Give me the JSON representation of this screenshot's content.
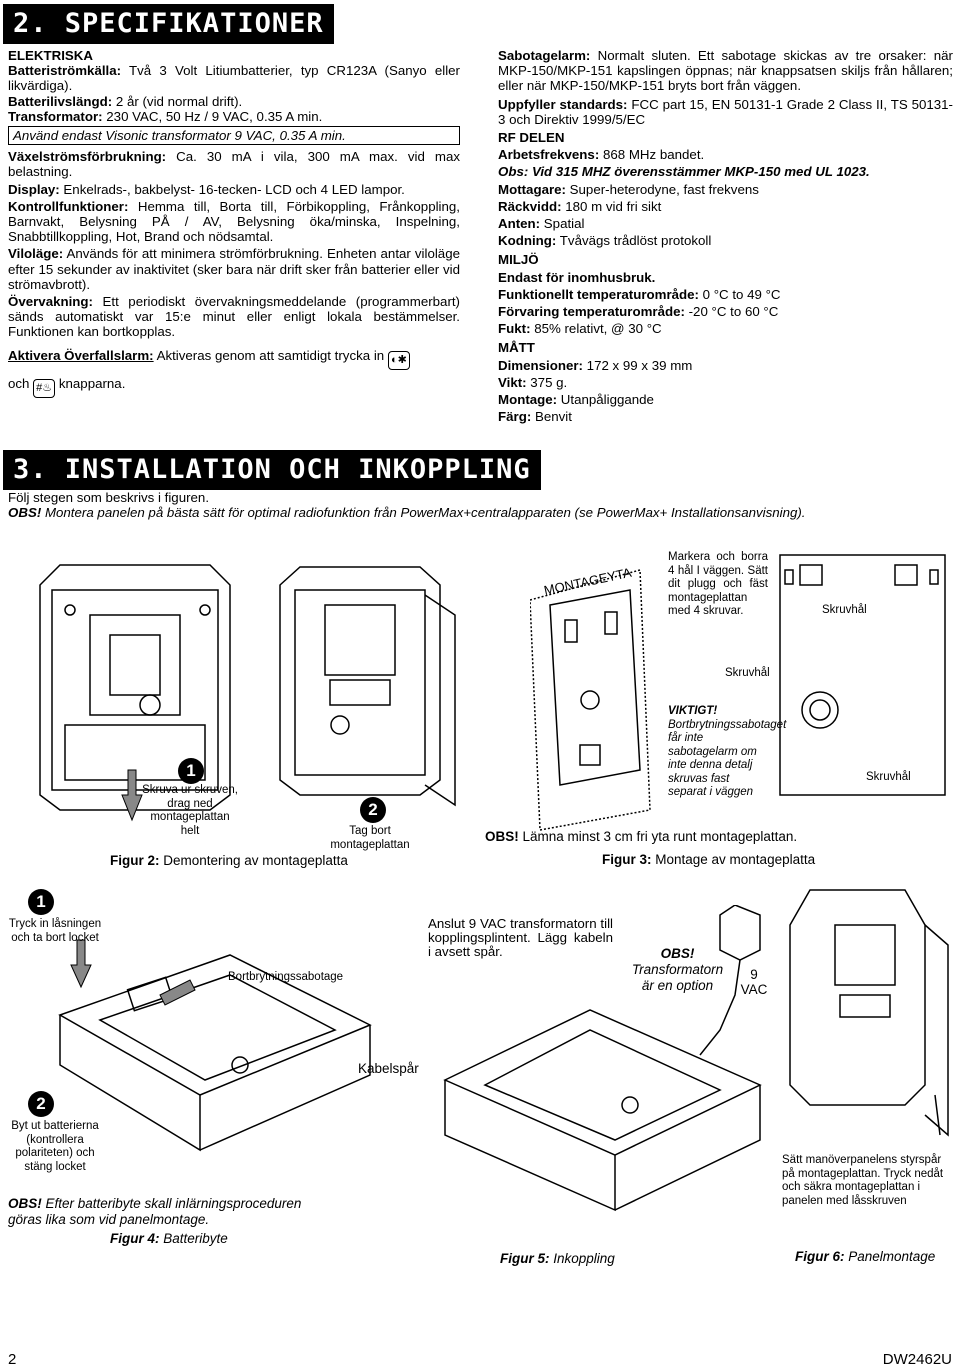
{
  "section2": {
    "title": "2. SPECIFIKATIONER",
    "elektriska": "ELEKTRISKA",
    "batt_label": "Batteriströmkälla:",
    "batt_value": " Två 3 Volt Litiumbatterier, typ CR123A (Sanyo eller likvärdiga).",
    "battlife_label": "Batterilivslängd:",
    "battlife_value": " 2 år (vid normal drift).",
    "trans_label": "Transformator:",
    "trans_value": " 230 VAC, 50 Hz / 9 VAC, 0.35 A min.",
    "trans_note": "Använd endast Visonic transformator 9 VAC, 0.35 A min.",
    "vax_label": "Växelströmsförbrukning:",
    "vax_value": " Ca. 30 mA i vila, 300 mA max. vid max belastning.",
    "disp_label": "Display:",
    "disp_value": " Enkelrads-, bakbelyst- 16-tecken- LCD och 4 LED lampor.",
    "kontroll_label": "Kontrollfunktioner:",
    "kontroll_value": " Hemma till, Borta till, Förbikoppling, Frånkoppling, Barnvakt, Belysning PÅ / AV, Belysning öka/minska, Inspelning, Snabbtillkoppling, Hot, Brand och nödsamtal.",
    "vilo_label": "Viloläge:",
    "vilo_value": " Används för att minimera strömförbrukning. Enheten antar viloläge efter 15 sekunder av inaktivitet (sker bara när drift sker från batterier eller vid strömavbrott).",
    "overv_label": "Övervakning:",
    "overv_value": " Ett periodiskt övervakningsmeddelande (programmerbart) sänds automatiskt var 15:e minut eller enligt lokala bestämmelser. Funktionen kan bortkopplas.",
    "aktivera_label": "Aktivera Överfallslarm:",
    "aktivera_value": " Aktiveras genom att samtidigt trycka in",
    "och": "och",
    "knapparna": "knapparna."
  },
  "right_col": {
    "sabotage_label": "Sabotagelarm:",
    "sabotage_value": " Normalt sluten. Ett sabotage skickas av tre orsaker: när MKP-150/MKP-151 kapslingen öppnas; när knappsatsen skiljs från hållaren; eller när MKP-150/MKP-151 bryts bort från väggen.",
    "standards_label": "Uppfyller standards:",
    "standards_value": " FCC part 15, EN 50131-1 Grade 2 Class II, TS 50131-3 och Direktiv 1999/5/EC",
    "rf_delen": "RF DELEN",
    "freq_label": "Arbetsfrekvens:",
    "freq_value": " 868 MHz bandet.",
    "obs_mhz": "Obs: Vid 315 MHZ överensstämmer MKP-150 med UL 1023.",
    "mottagare_label": "Mottagare:",
    "mottagare_value": " Super-heterodyne, fast frekvens",
    "rackvidd_label": "Räckvidd:",
    "rackvidd_value": " 180 m vid fri sikt",
    "antenn_label": "Anten:",
    "antenn_value": " Spatial",
    "kodning_label": "Kodning:",
    "kodning_value": " Tvåvägs trådlöst protokoll",
    "miljo": "MILJÖ",
    "inomhus": "Endast för inomhusbruk.",
    "temp_label": "Funktionellt temperaturområde:",
    "temp_value": " 0 °C to 49 °C",
    "forvaring_label": "Förvaring temperaturområde:",
    "forvaring_value": " -20 °C to 60 °C",
    "fukt_label": "Fukt:",
    "fukt_value": " 85% relativt, @ 30 °C",
    "matt": "MÅTT",
    "dim_label": "Dimensioner:",
    "dim_value": " 172 x 99 x 39 mm",
    "vikt_label": "Vikt:",
    "vikt_value": " 375 g.",
    "montage_label": "Montage:",
    "montage_value": " Utanpåliggande",
    "farg_label": "Färg:",
    "farg_value": " Benvit"
  },
  "section3": {
    "title": "3. INSTALLATION OCH INKOPPLING",
    "intro": "Följ stegen som beskrivs i figuren.",
    "obs_label": "OBS!",
    "obs_text": " Montera panelen på bästa sätt för optimal radiofunktion från PowerMax+centralapparaten (se PowerMax+ Installationsanvisning)."
  },
  "fig2": {
    "step1_num": "1",
    "step1_text": "Skruva ur skruven, drag ned montageplattan helt",
    "step2_num": "2",
    "step2_text": "Tag bort montageplattan",
    "caption_label": "Figur 2:",
    "caption_text": " Demontering av montageplatta"
  },
  "fig3": {
    "montagetya": "MONTAGEYTA",
    "markera": "Markera och borra 4 hål I väggen. Sätt dit plugg och fäst montageplattan med 4 skruvar.",
    "skruvhal1": "Skruvhål",
    "skruvhal2": "Skruvhål",
    "skruvhal3": "Skruvhål",
    "viktigt": "VIKTIGT!",
    "viktigt_text": "Bortbrytningssabotaget får inte sabotagelarm om inte denna detalj skruvas fast separat i väggen",
    "obs_label": "OBS!",
    "obs_text": " Lämna minst 3 cm fri yta runt montageplattan.",
    "caption_label": "Figur 3:",
    "caption_text": " Montage av montageplatta"
  },
  "fig4": {
    "step1_num": "1",
    "step1_text": "Tryck in låsningen och ta bort locket",
    "bortbryt": "Bortbrytningssabotage",
    "step2_num": "2",
    "step2_text": "Byt ut batterierna (kontrollera polariteten) och stäng locket",
    "obs_label": "OBS!",
    "obs_text": " Efter batteribyte skall inlärningsproceduren göras lika som vid panelmontage.",
    "caption_label": "Figur 4:",
    "caption_text": " Batteribyte"
  },
  "fig5": {
    "anslut": "Anslut 9 VAC transformatorn till kopplingsplintent. Lägg kabeln i avsett spår.",
    "obs": "OBS!",
    "obs_text": "Transformatorn är en option",
    "vac": "9 VAC",
    "kabelspar": "Kabelspår",
    "caption_label": "Figur 5:",
    "caption_text": " Inkoppling"
  },
  "fig6": {
    "text": "Sätt manöverpanelens styrspår på montageplattan. Tryck nedåt och säkra montageplattan i panelen med låsskruven",
    "caption_label": "Figur 6:",
    "caption_text": " Panelmontage"
  },
  "footer": {
    "page": "2",
    "doc": "DW2462U"
  }
}
